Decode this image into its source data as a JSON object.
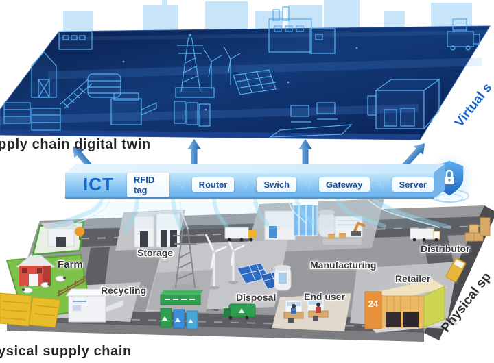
{
  "titles": {
    "digital_twin": "pply chain digital twin",
    "physical_chain": "ysical supply chain"
  },
  "edge_labels": {
    "virtual_space": "Virtual s",
    "physical_space": "Physical sp"
  },
  "ict": {
    "label": "ICT",
    "devices": [
      "RFID tag",
      "Router",
      "Swich",
      "Gateway",
      "Server"
    ]
  },
  "physical": {
    "labels": {
      "farm": "Farm",
      "storage": "Storage",
      "recycling": "Recycling",
      "disposal": "Disposal",
      "manufacturing": "Manufacturing",
      "end_user": "End user",
      "retailer": "Retailer",
      "distributor": "Distributor"
    },
    "retailer_sign": "24"
  },
  "icons": {
    "wifi": "wifi-signal-icon",
    "security": "security-shield-lock-icon",
    "arrow": "up-arrow-icon"
  },
  "colors": {
    "virtual_panel": "#0c2558",
    "wireframe": "#55aef2",
    "ict_text": "#1668c8",
    "chip_text": "#17509f",
    "arrow": "#2f7fd0",
    "platform": "#98999d",
    "road": "#5d5f64",
    "accent_green": "#2f9e4f",
    "accent_orange": "#e8a84c"
  }
}
